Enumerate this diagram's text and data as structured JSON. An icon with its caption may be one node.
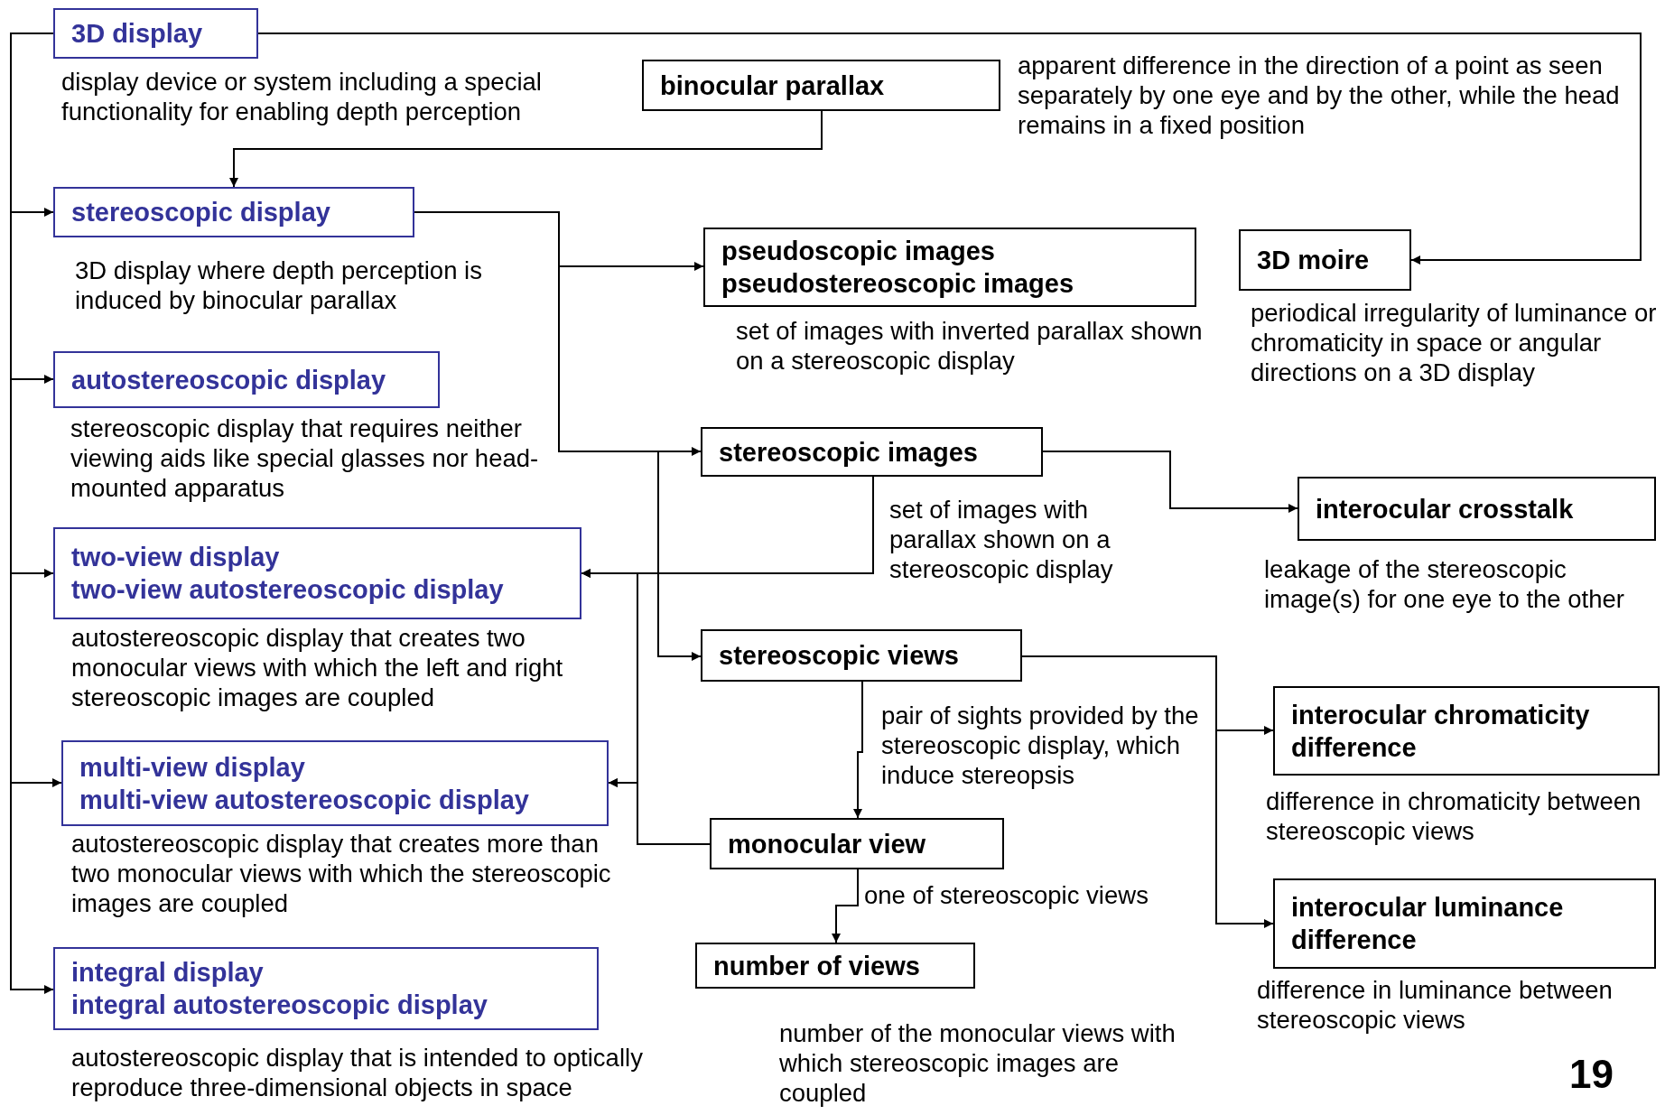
{
  "diagram": {
    "nodes": [
      {
        "text": [
          "3D display"
        ],
        "beside": [
          "display device or system including a special functionality for enabling depth perception"
        ]
      },
      {
        "text": [
          "binocular parallax"
        ],
        "beside": [
          "apparent difference in the direction of a point as seen separately by one eye and by the other, while the head remains in a fixed position"
        ]
      },
      {
        "text": [
          "stereoscopic display"
        ],
        "beside": [
          "3D display where depth perception is induced by binocular parallax"
        ]
      },
      {
        "text": [
          "pseudoscopic images",
          "pseudostereoscopic images"
        ],
        "beside": [
          "set of images with inverted parallax shown on a stereoscopic display"
        ]
      },
      {
        "text": [
          "3D moire"
        ],
        "beside": [
          "periodical irregularity of luminance or chromaticity in space or angular directions on a 3D display"
        ]
      },
      {
        "text": [
          "autostereoscopic display"
        ],
        "beside": [
          "stereoscopic display that requires neither viewing aids like special glasses nor head-mounted apparatus"
        ]
      },
      {
        "text": [
          "stereoscopic images"
        ],
        "beside": [
          "set of images with parallax shown on a stereoscopic display"
        ]
      },
      {
        "text": [
          "interocular crosstalk"
        ],
        "beside": [
          "leakage of the stereoscopic image(s) for one eye to the other"
        ]
      },
      {
        "text": [
          "two-view display",
          "two-view autostereoscopic display"
        ],
        "beside": [
          "autostereoscopic display that creates two monocular views with which the left and right stereoscopic images are coupled"
        ]
      },
      {
        "text": [
          "stereoscopic views"
        ],
        "beside": [
          "pair of sights provided by the stereoscopic display, which induce stereopsis"
        ]
      },
      {
        "text": [
          "interocular chromaticity difference"
        ],
        "beside": [
          "difference in chromaticity between stereoscopic views"
        ]
      },
      {
        "text": [
          "multi-view display",
          "multi-view autostereoscopic display"
        ],
        "beside": [
          "autostereoscopic display that creates more than two monocular views with which the stereoscopic images are coupled"
        ]
      },
      {
        "text": [
          "monocular view"
        ],
        "beside": [
          "one of stereoscopic views"
        ]
      },
      {
        "text": [
          "interocular luminance difference"
        ],
        "beside": [
          "difference in luminance between stereoscopic views"
        ]
      },
      {
        "text": [
          "number of views"
        ],
        "beside": [
          "number of the monocular views with which stereoscopic images are coupled"
        ]
      },
      {
        "text": [
          "integral display",
          "integral autostereoscopic display"
        ],
        "beside": [
          "autostereoscopic display that is intended to optically reproduce three-dimensional objects in space"
        ]
      }
    ],
    "edges": [
      {
        "from": 0,
        "to": 2,
        "arrow": "to"
      },
      {
        "from": 0,
        "to": 5,
        "arrow": "to"
      },
      {
        "from": 0,
        "to": 8,
        "arrow": "to"
      },
      {
        "from": 0,
        "to": 11,
        "arrow": "to"
      },
      {
        "from": 0,
        "to": 15,
        "arrow": "to"
      },
      {
        "from": 0,
        "to": 4,
        "arrow": "to"
      },
      {
        "from": 1,
        "to": 2,
        "arrow": "to"
      },
      {
        "from": 2,
        "to": 3,
        "arrow": "to"
      },
      {
        "from": 2,
        "to": 6,
        "arrow": "to"
      },
      {
        "from": 2,
        "to": 9,
        "arrow": "to"
      },
      {
        "from": 6,
        "to": 7,
        "arrow": "to"
      },
      {
        "from": 6,
        "to": 8,
        "arrow": "to"
      },
      {
        "from": 6,
        "to": 11,
        "arrow": "to"
      },
      {
        "from": 12,
        "to": 8,
        "arrow": "to"
      },
      {
        "from": 12,
        "to": 11,
        "arrow": "to"
      },
      {
        "from": 9,
        "to": 12,
        "arrow": "to"
      },
      {
        "from": 9,
        "to": 10,
        "arrow": "to"
      },
      {
        "from": 9,
        "to": 13,
        "arrow": "to"
      },
      {
        "from": 12,
        "to": 14,
        "arrow": "to"
      }
    ],
    "labels": [
      "19"
    ]
  }
}
